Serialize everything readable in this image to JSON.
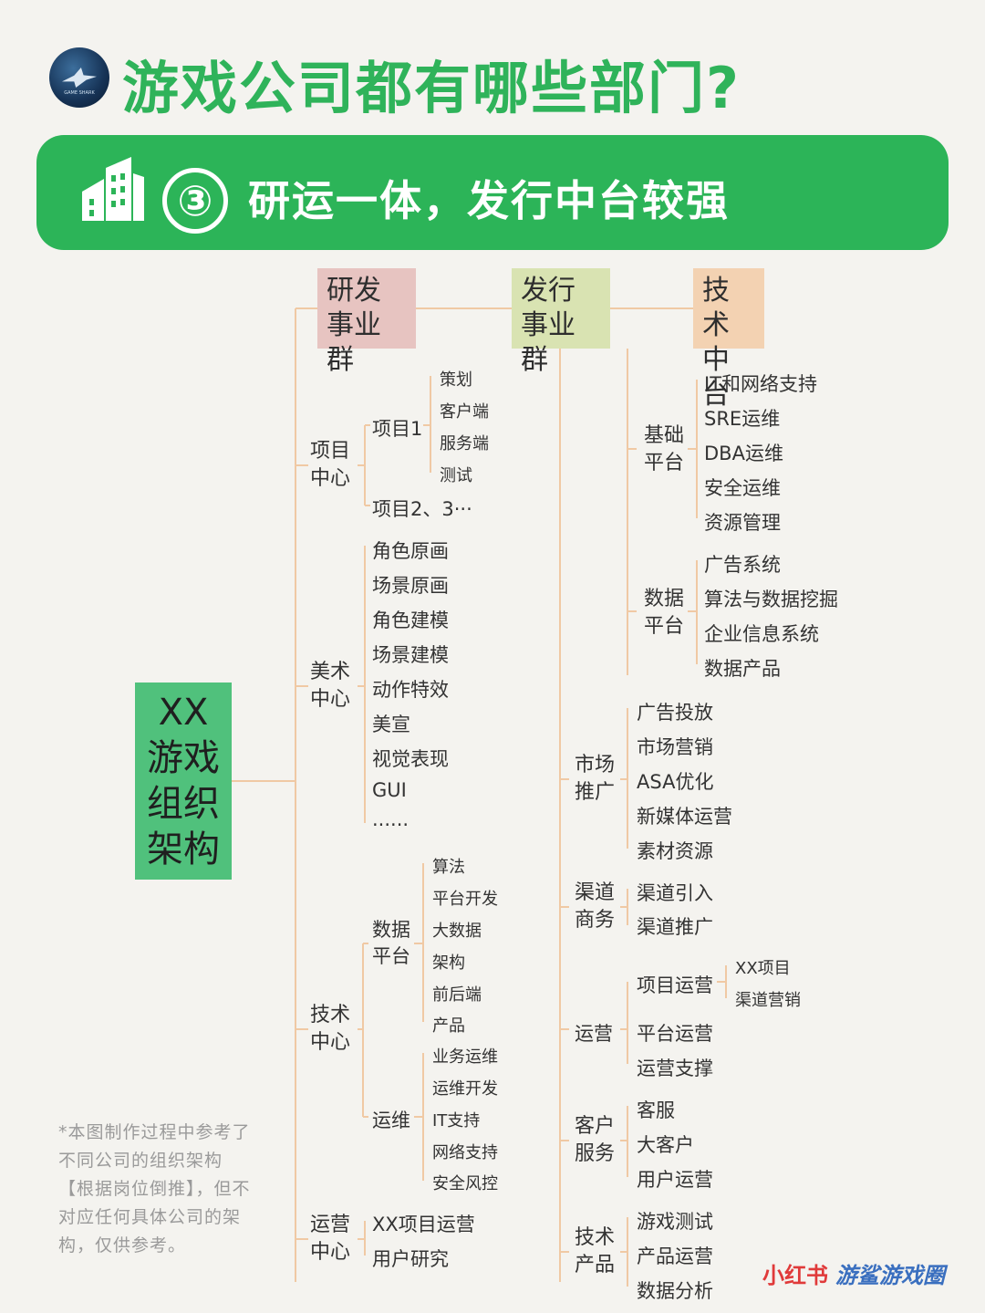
{
  "header": {
    "title": "游戏公司都有哪些部门?",
    "subtitle": "研运一体，发行中台较强",
    "number": "③"
  },
  "root": {
    "label": "XX游戏组织架构",
    "lines": [
      "XX",
      "游戏",
      "组织",
      "架构"
    ]
  },
  "groups": {
    "rd": {
      "label_lines": [
        "研发",
        "事业群"
      ],
      "project_center": {
        "label_lines": [
          "项目",
          "中心"
        ],
        "project1": {
          "label": "项目1",
          "items": [
            "策划",
            "客户端",
            "服务端",
            "测试"
          ]
        },
        "project_more": "项目2、3···"
      },
      "art_center": {
        "label_lines": [
          "美术",
          "中心"
        ],
        "items": [
          "角色原画",
          "场景原画",
          "角色建模",
          "场景建模",
          "动作特效",
          "美宣",
          "视觉表现",
          "GUI",
          "......"
        ]
      },
      "tech_center": {
        "label_lines": [
          "技术",
          "中心"
        ],
        "data_platform": {
          "label_lines": [
            "数据",
            "平台"
          ],
          "items": [
            "算法",
            "平台开发",
            "大数据",
            "架构",
            "前后端",
            "产品"
          ]
        },
        "ops": {
          "label": "运维",
          "items": [
            "业务运维",
            "运维开发",
            "IT支持",
            "网络支持",
            "安全风控"
          ]
        }
      },
      "operation_center": {
        "label_lines": [
          "运营",
          "中心"
        ],
        "items": [
          "XX项目运营",
          "用户研究"
        ]
      }
    },
    "publish": {
      "label_lines": [
        "发行",
        "事业群"
      ],
      "marketing": {
        "label_lines": [
          "市场",
          "推广"
        ],
        "items": [
          "广告投放",
          "市场营销",
          "ASA优化",
          "新媒体运营",
          "素材资源"
        ]
      },
      "channel": {
        "label_lines": [
          "渠道",
          "商务"
        ],
        "items": [
          "渠道引入",
          "渠道推广"
        ]
      },
      "operation": {
        "label": "运营",
        "project_ops": {
          "label": "项目运营",
          "items": [
            "XX项目",
            "渠道营销"
          ]
        },
        "items": [
          "平台运营",
          "运营支撑"
        ]
      },
      "customer": {
        "label_lines": [
          "客户",
          "服务"
        ],
        "items": [
          "客服",
          "大客户",
          "用户运营"
        ]
      },
      "tech_product": {
        "label_lines": [
          "技术",
          "产品"
        ],
        "items": [
          "游戏测试",
          "产品运营",
          "数据分析"
        ]
      }
    },
    "tech": {
      "label_lines": [
        "技术",
        "中台"
      ],
      "basic_platform": {
        "label_lines": [
          "基础",
          "平台"
        ],
        "items": [
          "IT和网络支持",
          "SRE运维",
          "DBA运维",
          "安全运维",
          "资源管理"
        ]
      },
      "data_platform": {
        "label_lines": [
          "数据",
          "平台"
        ],
        "items": [
          "广告系统",
          "算法与数据挖掘",
          "企业信息系统",
          "数据产品"
        ]
      }
    }
  },
  "footnote": "*本图制作过程中参考了不同公司的组织架构【根据岗位倒推】，但不对应任何具体公司的架构，仅供参考。",
  "brand": {
    "platform": "小红书",
    "account": "游鲨游戏圈"
  },
  "colors": {
    "green": "#2cb458",
    "root_green": "#50c17c",
    "rd_head": "#e7c4c1",
    "publish_head": "#d9e3b2",
    "tech_head": "#f3d2b2",
    "line": "#f0c9a4"
  }
}
